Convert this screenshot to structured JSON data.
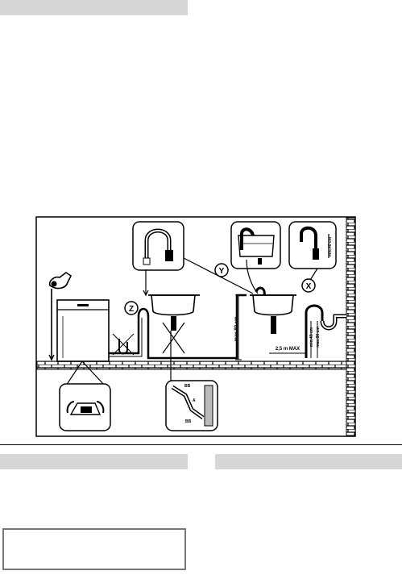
{
  "diagram": {
    "callouts": {
      "z": "Z",
      "y": "Y",
      "x": "X"
    },
    "dimensions": {
      "drop_height": "min.40 cm",
      "sink_height": "max.80 cm",
      "min_under": "min.40 cm",
      "max_over": "max.80 cm",
      "distance": "2,5 m MAX"
    },
    "part_labels": {
      "a": "BB",
      "b": "A",
      "c": "BB"
    }
  }
}
